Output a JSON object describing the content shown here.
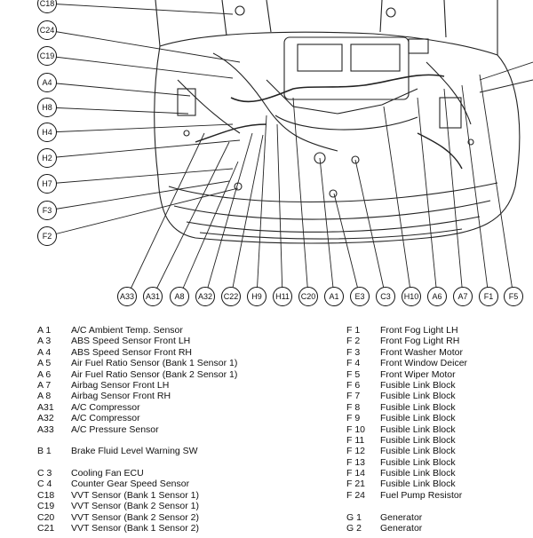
{
  "diagram": {
    "left_labels": [
      "C18",
      "C24",
      "C19",
      "A4",
      "H8",
      "H4",
      "H2",
      "H7",
      "F3",
      "F2"
    ],
    "bottom_labels": [
      "A33",
      "A31",
      "A8",
      "A32",
      "C22",
      "H9",
      "H11",
      "C20",
      "A1",
      "E3",
      "C3",
      "H10",
      "A6",
      "A7",
      "F1",
      "F5"
    ]
  },
  "legend_left": [
    {
      "code": "A 1",
      "name": "A/C Ambient Temp. Sensor"
    },
    {
      "code": "A 3",
      "name": "ABS Speed Sensor Front LH"
    },
    {
      "code": "A 4",
      "name": "ABS Speed Sensor Front RH"
    },
    {
      "code": "A 5",
      "name": "Air Fuel Ratio Sensor (Bank 1 Sensor 1)"
    },
    {
      "code": "A 6",
      "name": "Air Fuel Ratio Sensor (Bank 2 Sensor 1)"
    },
    {
      "code": "A 7",
      "name": "Airbag Sensor Front LH"
    },
    {
      "code": "A 8",
      "name": "Airbag Sensor Front RH"
    },
    {
      "code": "A31",
      "name": "A/C Compressor"
    },
    {
      "code": "A32",
      "name": "A/C Compressor"
    },
    {
      "code": "A33",
      "name": "A/C Pressure Sensor"
    },
    {
      "code": "",
      "name": ""
    },
    {
      "code": "B 1",
      "name": "Brake Fluid Level Warning SW"
    },
    {
      "code": "",
      "name": ""
    },
    {
      "code": "C 3",
      "name": "Cooling Fan ECU"
    },
    {
      "code": "C 4",
      "name": "Counter Gear Speed Sensor"
    },
    {
      "code": "C18",
      "name": "VVT Sensor (Bank 1 Sensor 1)"
    },
    {
      "code": "C19",
      "name": "VVT Sensor (Bank 2 Sensor 1)"
    },
    {
      "code": "C20",
      "name": "VVT Sensor (Bank 2 Sensor 2)"
    },
    {
      "code": "C21",
      "name": "VVT Sensor (Bank 1 Sensor 2)"
    }
  ],
  "legend_right": [
    {
      "code": "F 1",
      "name": "Front Fog Light LH"
    },
    {
      "code": "F 2",
      "name": "Front Fog Light RH"
    },
    {
      "code": "F 3",
      "name": "Front Washer Motor"
    },
    {
      "code": "F 4",
      "name": "Front Window Deicer"
    },
    {
      "code": "F 5",
      "name": "Front Wiper Motor"
    },
    {
      "code": "F 6",
      "name": "Fusible Link Block"
    },
    {
      "code": "F 7",
      "name": "Fusible Link Block"
    },
    {
      "code": "F 8",
      "name": "Fusible Link Block"
    },
    {
      "code": "F 9",
      "name": "Fusible Link Block"
    },
    {
      "code": "F 10",
      "name": "Fusible Link Block"
    },
    {
      "code": "F 11",
      "name": "Fusible Link Block"
    },
    {
      "code": "F 12",
      "name": "Fusible Link Block"
    },
    {
      "code": "F 13",
      "name": "Fusible Link Block"
    },
    {
      "code": "F 14",
      "name": "Fusible Link Block"
    },
    {
      "code": "F 21",
      "name": "Fusible Link Block"
    },
    {
      "code": "F 24",
      "name": "Fuel Pump Resistor"
    },
    {
      "code": "",
      "name": ""
    },
    {
      "code": "G 1",
      "name": "Generator"
    },
    {
      "code": "G 2",
      "name": "Generator"
    }
  ]
}
